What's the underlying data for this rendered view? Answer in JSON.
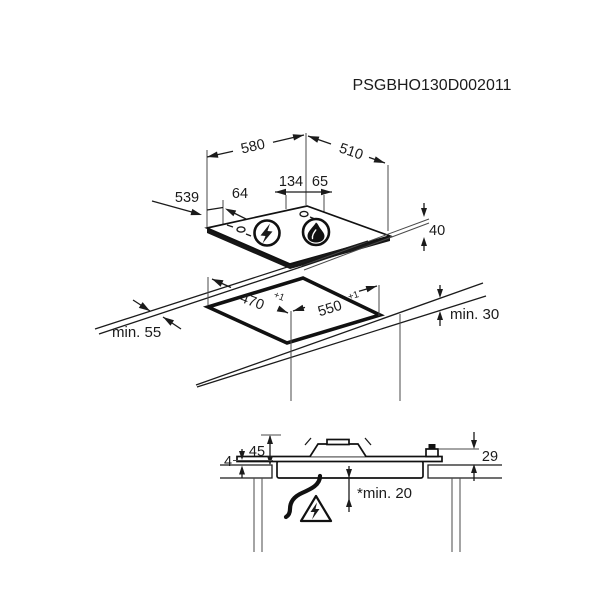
{
  "title": "PSGBHO130D002011",
  "top_view": {
    "width_580": "580",
    "depth_510": "510",
    "dim_539": "539",
    "dim_64": "64",
    "dim_134": "134",
    "dim_65": "65",
    "height_40": "40"
  },
  "cutout_view": {
    "cut_depth": "470",
    "cut_depth_tol": "+1",
    "cut_width": "550",
    "cut_width_tol": "+1",
    "rear_clearance": "min. 55",
    "worktop_thickness": "min. 30"
  },
  "section_view": {
    "burner_height": "45",
    "rim_height": "4",
    "knob_height": "29",
    "bottom_clearance": "*min. 20"
  },
  "icons": {
    "left_zone": "lightning-bolt-in-circle",
    "right_zone": "gas-flame-in-circle",
    "hazard": "electric-shock-warning-triangle"
  }
}
